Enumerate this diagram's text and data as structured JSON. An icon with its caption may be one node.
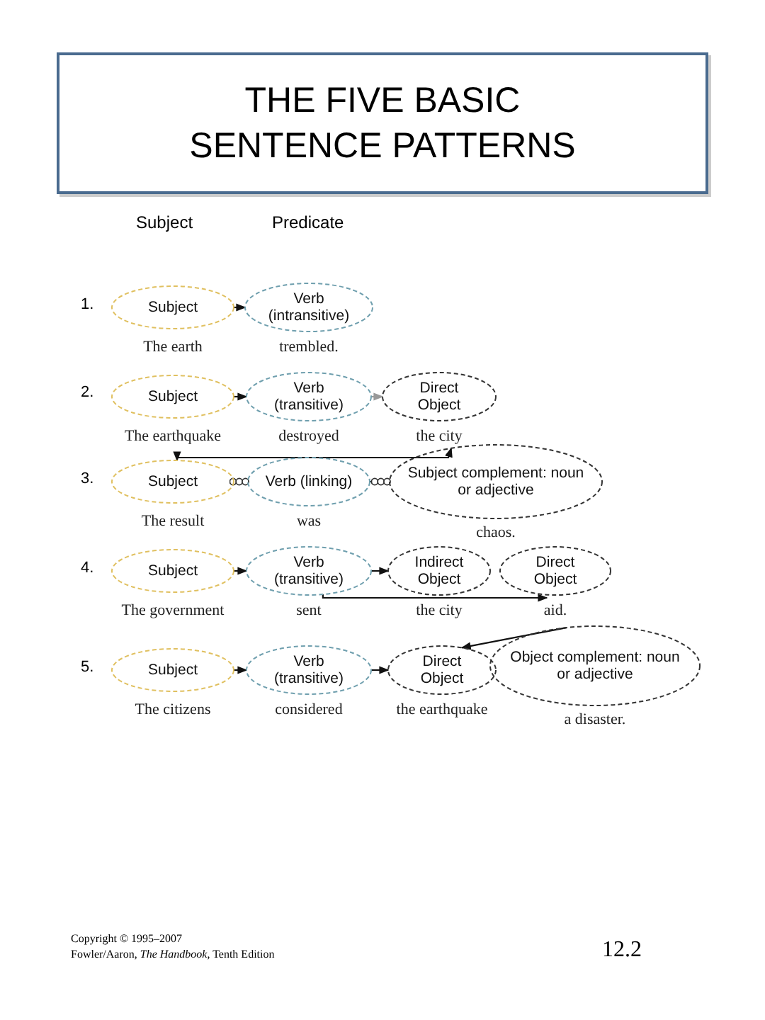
{
  "diagram": {
    "title": "THE FIVE BASIC SENTENCE PATTERNS",
    "nodes": [
      {
        "text": [
          "Subject"
        ],
        "beside": [
          "The earth"
        ]
      },
      {
        "text": [
          "Verb (intransitive)"
        ],
        "beside": [
          "trembled."
        ]
      },
      {
        "text": [
          "Subject"
        ],
        "beside": [
          "The earthquake"
        ]
      },
      {
        "text": [
          "Verb (transitive)"
        ],
        "beside": [
          "destroyed"
        ]
      },
      {
        "text": [
          "Direct Object"
        ],
        "beside": [
          "the city"
        ]
      },
      {
        "text": [
          "Subject"
        ],
        "beside": [
          "The result"
        ]
      },
      {
        "text": [
          "Verb (linking)"
        ],
        "beside": [
          "was"
        ]
      },
      {
        "text": [
          "Subject complement: noun or adjective"
        ],
        "beside": [
          "chaos."
        ]
      },
      {
        "text": [
          "Subject"
        ],
        "beside": [
          "The government"
        ]
      },
      {
        "text": [
          "Verb (transitive)"
        ],
        "beside": [
          "sent"
        ]
      },
      {
        "text": [
          "Indirect Object"
        ],
        "beside": [
          "the city"
        ]
      },
      {
        "text": [
          "Direct Object"
        ],
        "beside": [
          "aid."
        ]
      },
      {
        "text": [
          "Subject"
        ],
        "beside": [
          "The citizens"
        ]
      },
      {
        "text": [
          "Verb (transitive)"
        ],
        "beside": [
          "considered"
        ]
      },
      {
        "text": [
          "Direct Object"
        ],
        "beside": [
          "the earthquake"
        ]
      },
      {
        "text": [
          "Object complement: noun or adjective"
        ],
        "beside": [
          "a disaster."
        ]
      }
    ],
    "edges": [
      {
        "from": 0,
        "to": 1,
        "arrow": "to"
      },
      {
        "from": 2,
        "to": 3,
        "arrow": "to"
      },
      {
        "from": 3,
        "to": 4,
        "arrow": "to",
        "color": "#999999"
      },
      {
        "from": 5,
        "to": 6,
        "arrow": "other"
      },
      {
        "from": 6,
        "to": 7,
        "arrow": "other"
      },
      {
        "from": 5,
        "to": 7,
        "arrow": "both"
      },
      {
        "from": 8,
        "to": 9,
        "arrow": "to"
      },
      {
        "from": 9,
        "to": 10,
        "arrow": "to"
      },
      {
        "from": 9,
        "to": 11,
        "arrow": "to"
      },
      {
        "from": 12,
        "to": 13,
        "arrow": "to"
      },
      {
        "from": 13,
        "to": 14,
        "arrow": "to"
      },
      {
        "from": 15,
        "to": 14,
        "arrow": "to"
      }
    ],
    "labels": [
      "Subject",
      "Predicate",
      "1.",
      "2.",
      "3.",
      "4.",
      "5.",
      "Copyright © 1995–2007",
      "Fowler/Aaron, *The Handbook*, Tenth Edition",
      "12.2"
    ]
  }
}
